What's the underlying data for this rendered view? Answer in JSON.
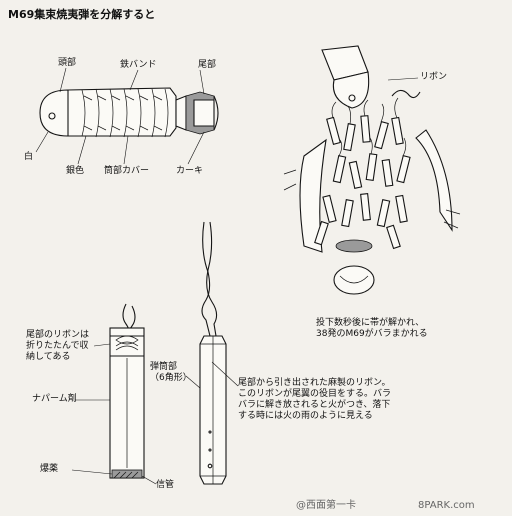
{
  "title": "M69集束焼夷弾を分解すると",
  "top_bomb": {
    "labels": {
      "nose": "頭部",
      "band": "鉄バンド",
      "tail": "尾部",
      "white": "白",
      "silver": "銀色",
      "cover": "筒部カバー",
      "khaki": "カーキ"
    }
  },
  "scatter": {
    "ribbon": "リボン",
    "caption": "投下数秒後に帯が解かれ、\n38発のM69がバラまかれる"
  },
  "cutaway": {
    "ribbon_fold": "尾部のリボンは\n折りたたんで収\n納してある",
    "napalm": "ナパーム剤",
    "explosive": "爆薬",
    "fuse": "信管"
  },
  "single": {
    "shell": "弾筒部\n（6角形）",
    "ribbon_text": "尾部から引き出された麻製のリボン。\nこのリボンが尾翼の役目をする。バラ\nバラに解き放されると火がつき、落下\nする時には火の雨のように見える"
  },
  "watermark": {
    "left": "@西面第一卡",
    "right": "8PARK.com"
  }
}
